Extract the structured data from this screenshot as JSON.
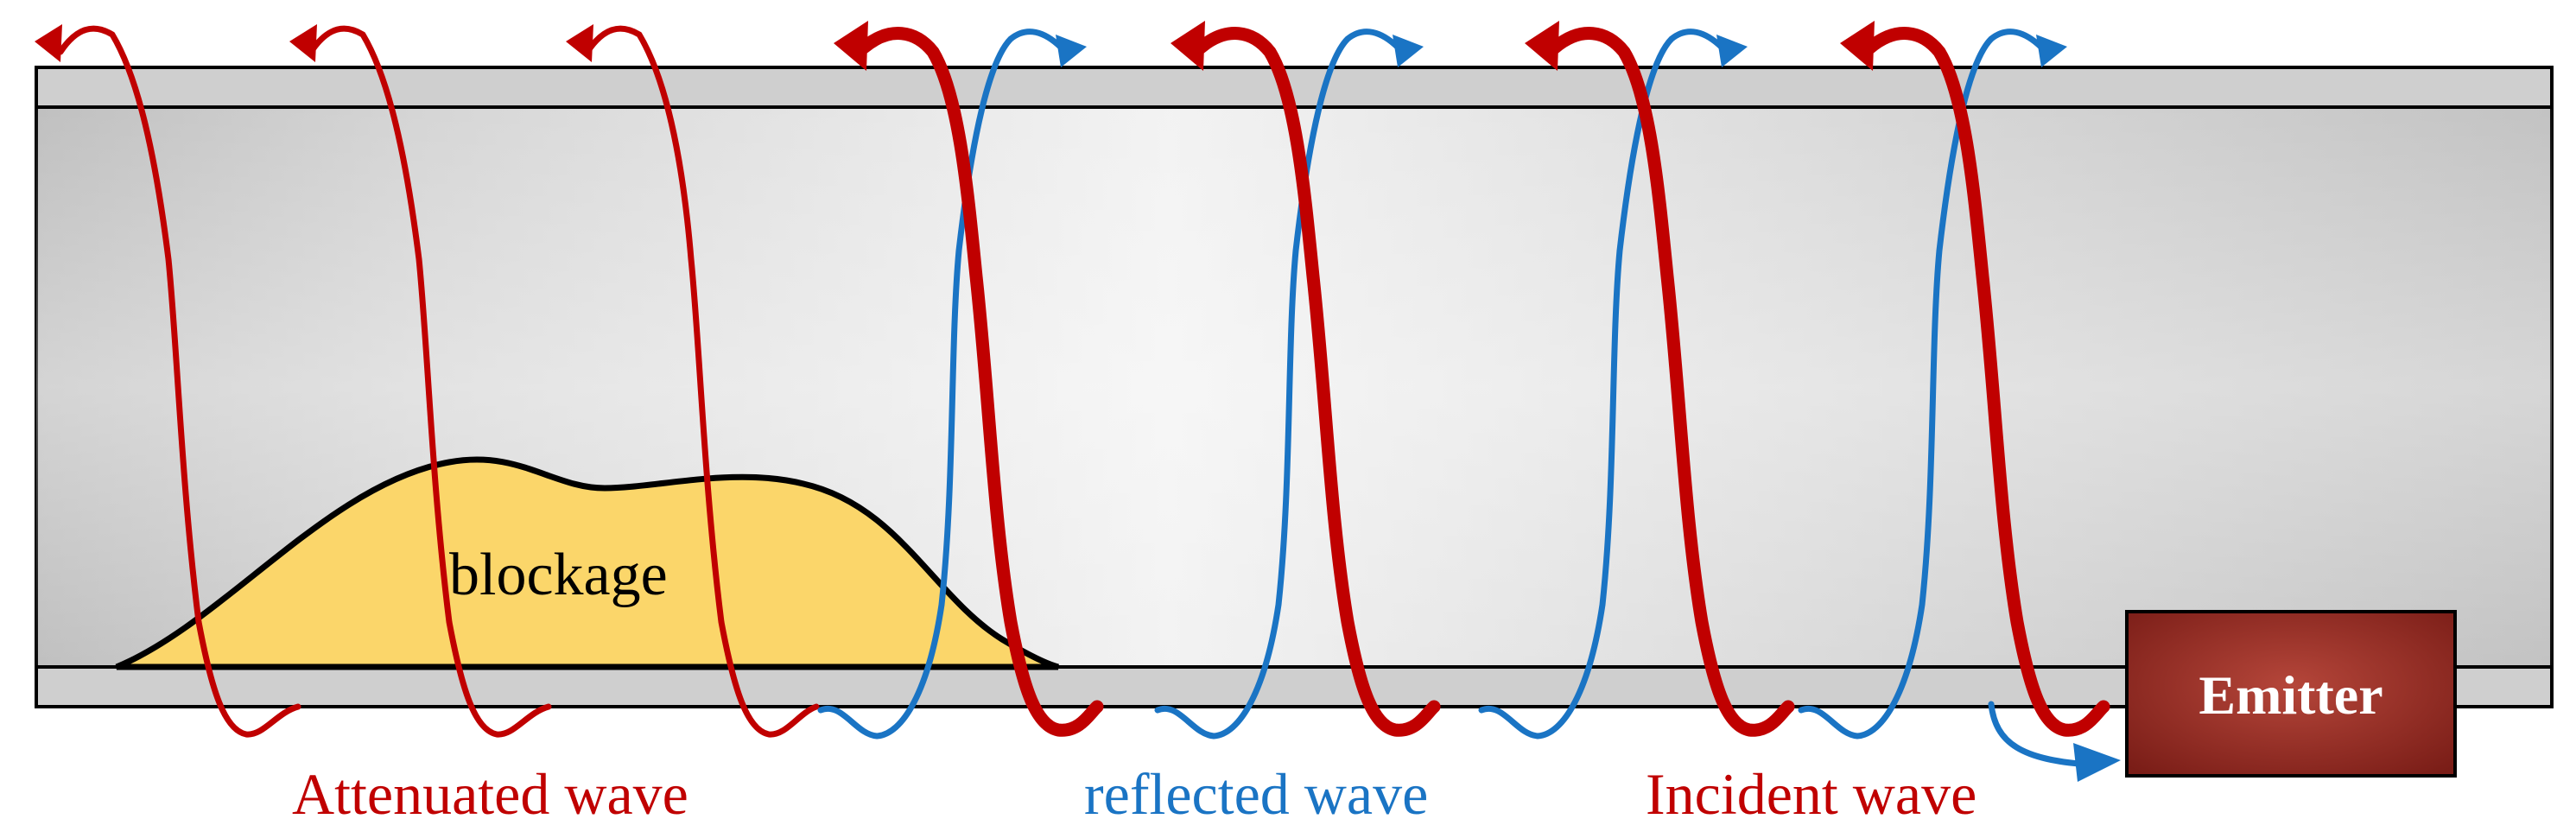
{
  "labels": {
    "blockage": "blockage",
    "emitter": "Emitter",
    "attenuated_wave": "Attenuated wave",
    "reflected_wave": "reflected wave",
    "incident_wave": "Incident wave"
  },
  "colors": {
    "incident_wave": "#c00000",
    "reflected_wave": "#1a74c4",
    "blockage_fill": "#fbd66a",
    "emitter_fill": "#8e2a22",
    "pipe_body": "#d8d8d8",
    "pipe_wall": "#c8c8c8",
    "outline": "#000000"
  }
}
